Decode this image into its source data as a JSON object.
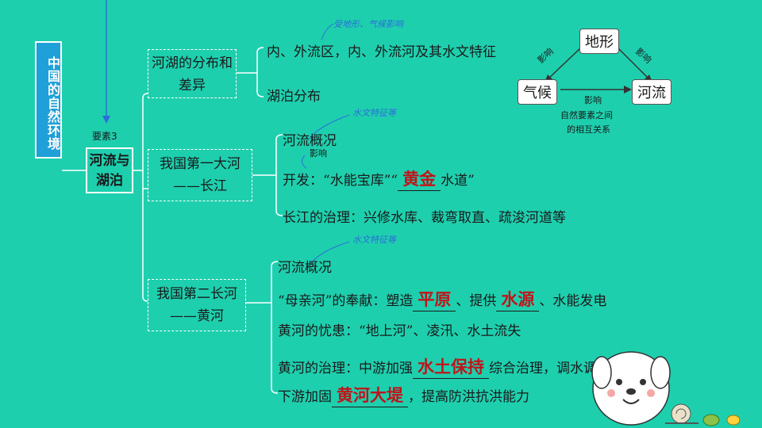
{
  "sidebar": {
    "title": "中国的自然环境"
  },
  "element": {
    "tag": "要素3",
    "box": "河流与湖泊"
  },
  "branch1": {
    "box": "河湖的分布和差异",
    "note": "受地形、气候影响",
    "items": [
      "内、外流区，内、外流河及其水文特征",
      "湖泊分布"
    ]
  },
  "branch2": {
    "box": "我国第一大河——长江",
    "note": "水文特征等",
    "items": {
      "overview": "河流概况",
      "influence": "影响",
      "dev_prefix": "开发：“水能宝库”“",
      "dev_answer": "黄金",
      "dev_suffix": "水道”",
      "governance": "长江的治理：兴修水库、裁弯取直、疏浚河道等"
    }
  },
  "branch3": {
    "box": "我国第二长河——黄河",
    "note": "水文特征等",
    "items": {
      "overview": "河流概况",
      "contrib_prefix": "“母亲河”的奉献：塑造",
      "contrib_answer1": "平原",
      "contrib_mid": "、提供",
      "contrib_answer2": "水源",
      "contrib_suffix": "、水能发电",
      "worry": "黄河的忧患：“地上河”、凌汛、水土流失",
      "gov1_prefix": "黄河的治理：中游加强",
      "gov1_answer": "水土保持",
      "gov1_suffix": "综合治理，调水调沙；",
      "gov2_prefix": "下游加固",
      "gov2_answer": "黄河大堤",
      "gov2_suffix": "，提高防洪抗洪能力"
    }
  },
  "relation": {
    "top": "地形",
    "left": "气候",
    "right": "河流",
    "left_edge": "影响",
    "right_edge": "影响",
    "bottom_edge": "影响",
    "caption_line1": "自然要素之间",
    "caption_line2": "的相互关系"
  }
}
